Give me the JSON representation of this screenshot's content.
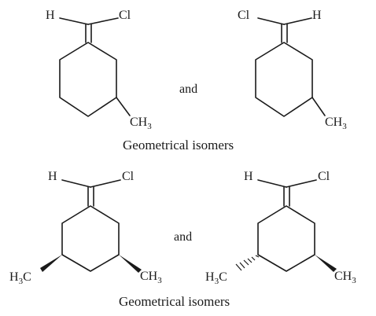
{
  "figure": {
    "top_row": {
      "left_molecule": {
        "h": "H",
        "cl": "Cl",
        "methyl": "CH",
        "methyl_sub": "3"
      },
      "connector": "and",
      "right_molecule": {
        "h": "H",
        "cl": "Cl",
        "methyl": "CH",
        "methyl_sub": "3"
      },
      "caption": "Geometrical isomers"
    },
    "bottom_row": {
      "left_molecule": {
        "h": "H",
        "cl": "Cl",
        "left_methyl_main": "H",
        "left_methyl_sub": "3",
        "left_methyl_c": "C",
        "right_methyl": "CH",
        "right_methyl_sub": "3"
      },
      "connector": "and",
      "right_molecule": {
        "h": "H",
        "cl": "Cl",
        "left_methyl_main": "H",
        "left_methyl_sub": "3",
        "left_methyl_c": "C",
        "right_methyl": "CH",
        "right_methyl_sub": "3"
      },
      "caption": "Geometrical isomers"
    }
  }
}
